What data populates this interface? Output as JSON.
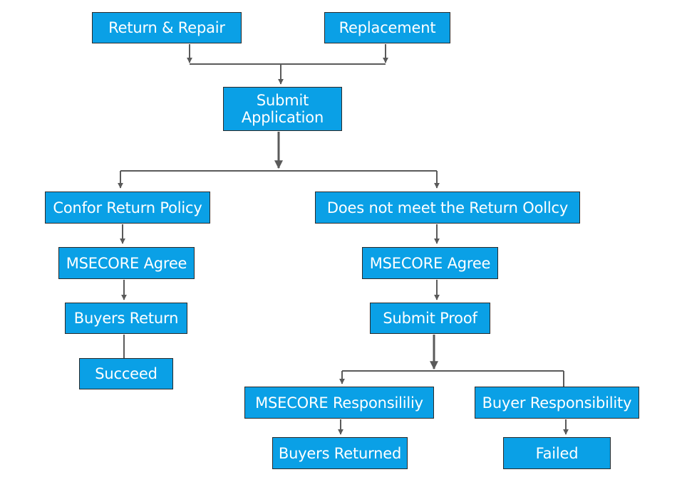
{
  "diagram": {
    "colors": {
      "node_fill": "#0aa0e6",
      "node_border": "#2a2a2a",
      "node_text": "#ffffff",
      "connector": "#5a5a5a"
    },
    "nodes": {
      "return_repair": "Return & Repair",
      "replacement": "Replacement",
      "submit_application": "Submit\nApplication",
      "conform_policy": "Confor Return Policy",
      "not_meet_policy": "Does not meet the Return Oollcy",
      "msecore_agree_left": "MSECORE Agree",
      "buyers_return": "Buyers Return",
      "succeed": "Succeed",
      "msecore_agree_right": "MSECORE Agree",
      "submit_proof": "Submit Proof",
      "msecore_responsibility": "MSECORE Responsililiy",
      "buyer_responsibility": "Buyer Responsibility",
      "buyers_returned": "Buyers Returned",
      "failed": "Failed"
    }
  }
}
